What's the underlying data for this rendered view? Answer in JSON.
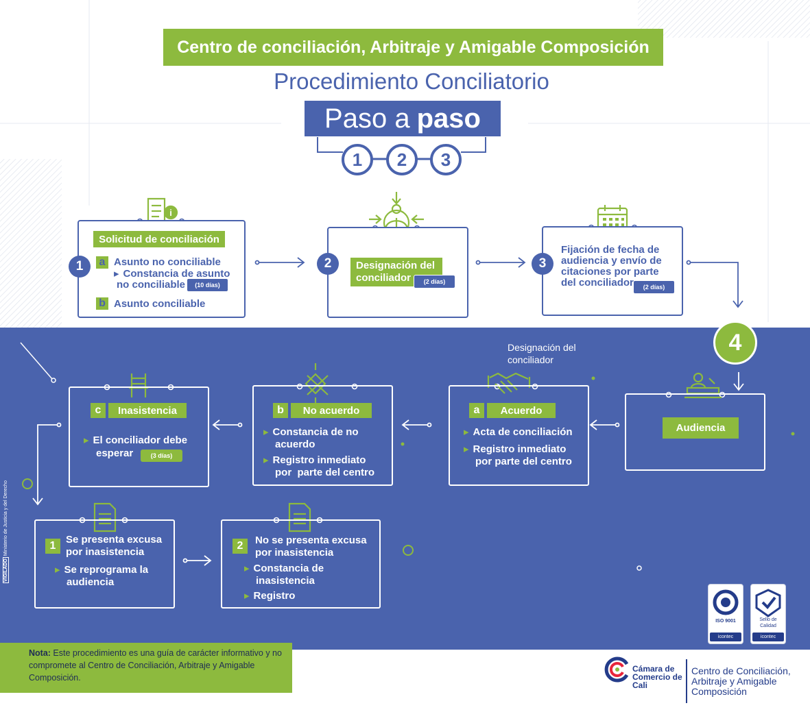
{
  "header": {
    "banner": "Centro de conciliación, Arbitraje y Amigable Composición",
    "title": "Procedimiento Conciliatorio",
    "paso_light": "Paso a",
    "paso_bold": "paso",
    "steps": [
      "1",
      "2",
      "3"
    ]
  },
  "step1": {
    "number": "1",
    "label": "Solicitud de conciliación",
    "a_letter": "a",
    "a_text": "Asunto no conciliable",
    "a_sub_line1": "Constancia de asunto",
    "a_sub_line2": "no conciliable",
    "a_days": "(10 días)",
    "b_letter": "b",
    "b_text": "Asunto conciliable"
  },
  "step2": {
    "number": "2",
    "label_line1": "Designación del",
    "label_line2": "conciliador",
    "days": "(2 días)"
  },
  "step3": {
    "number": "3",
    "text_line1": "Fijación de fecha de",
    "text_line2": "audiencia y envío de",
    "text_line3": "citaciones por parte",
    "text_line4": "del conciliador",
    "days": "(2 días)"
  },
  "step4": {
    "number": "4",
    "label": "Audiencia",
    "designation_line1": "Designación del",
    "designation_line2": "conciliador"
  },
  "acuerdo": {
    "letter": "a",
    "label": "Acuerdo",
    "item1": "Acta de conciliación",
    "item2_line1": "Registro inmediato",
    "item2_line2": "por parte del centro"
  },
  "no_acuerdo": {
    "letter": "b",
    "label": "No acuerdo",
    "item1_line1": "Constancia de no",
    "item1_line2": "acuerdo",
    "item2_line1": "Registro inmediato",
    "item2_line2": "por  parte del centro"
  },
  "inasistencia": {
    "letter": "c",
    "label": "Inasistencia",
    "item1_line1": "El conciliador debe",
    "item1_line2": "esperar",
    "days": "(3 días)"
  },
  "excusa": {
    "number": "1",
    "title_line1": "Se presenta excusa",
    "title_line2": "por inasistencia",
    "item1_line1": "Se reprograma la",
    "item1_line2": "audiencia"
  },
  "no_excusa": {
    "number": "2",
    "title_line1": "No se presenta excusa",
    "title_line2": "por inasistencia",
    "item1_line1": "Constancia de",
    "item1_line2": "inasistencia",
    "item2": "Registro"
  },
  "side_text_bold": "VIGILADO",
  "side_text": "Ministerio de Justicia y del Derecho",
  "seals": {
    "iso": "ISO 9001",
    "calidad_line1": "Sello de",
    "calidad_line2": "Calidad",
    "icontec": "icontec"
  },
  "nota": {
    "bold": "Nota:",
    "text": " Este procedimiento es una guía de carácter informativo y no compromete al Centro de Conciliación, Arbitraje y Amigable Composición."
  },
  "footer": {
    "ccc_line1": "Cámara de",
    "ccc_line2": "Comercio de",
    "ccc_line3": "Cali",
    "center_line1": "Centro de Conciliación,",
    "center_line2": "Arbitraje y Amigable",
    "center_line3": "Composición"
  },
  "colors": {
    "blue": "#4a63ad",
    "green": "#8dba3e",
    "navy": "#243c8a",
    "white": "#ffffff"
  }
}
